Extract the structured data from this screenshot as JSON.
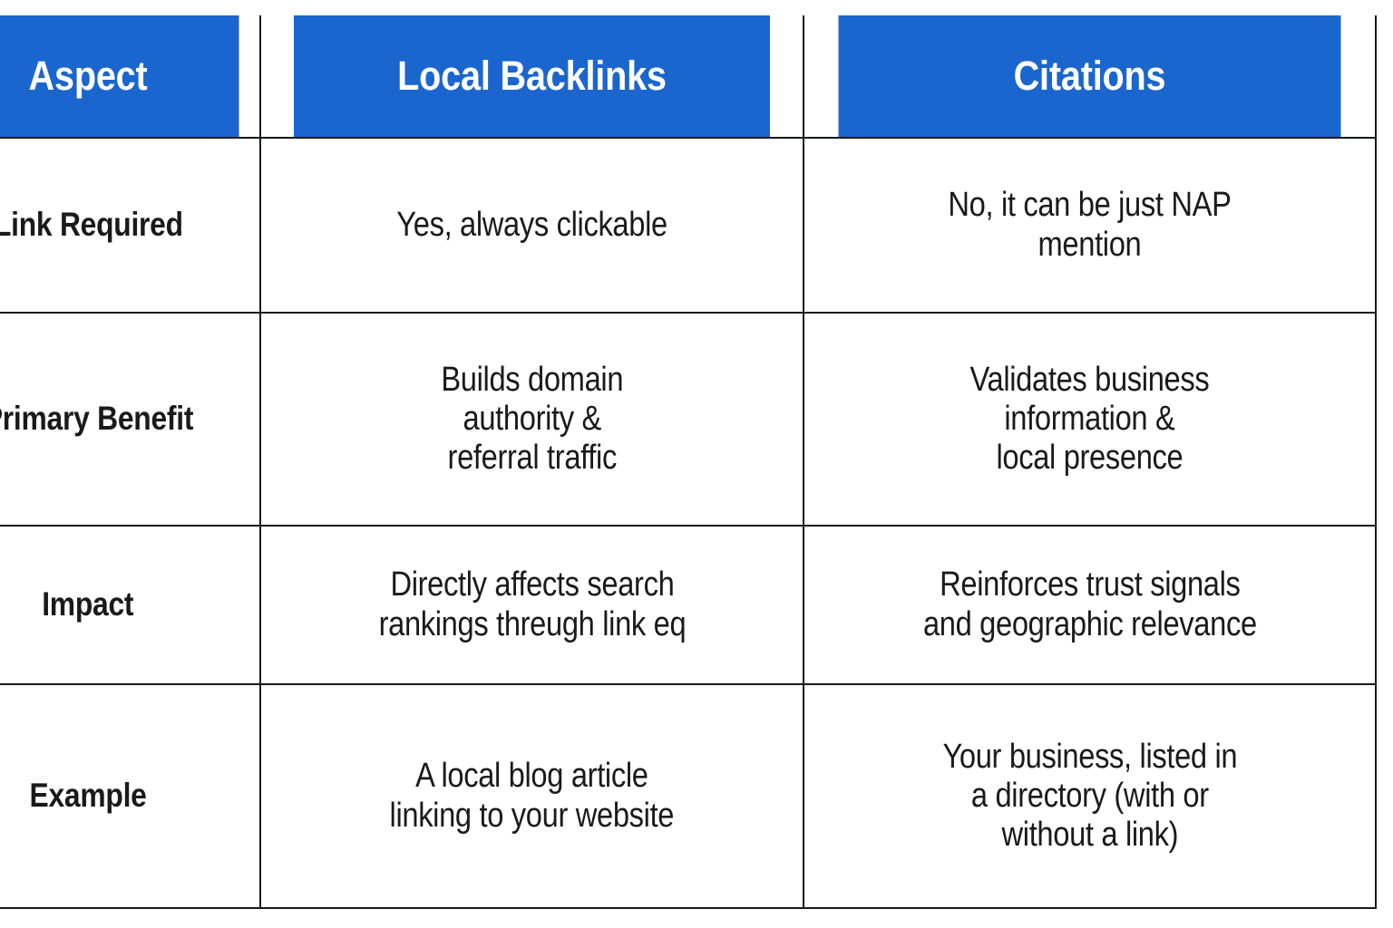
{
  "table": {
    "accent_color": "#1b66ce",
    "header_text_color": "#ffffff",
    "border_color": "#16181c",
    "body_text_color": "#1a1a1a",
    "columns": [
      {
        "key": "aspect",
        "label": "Aspect"
      },
      {
        "key": "backlinks",
        "label": "Local Backlinks"
      },
      {
        "key": "citations",
        "label": "Citations"
      }
    ],
    "rows": [
      {
        "aspect": "Link Required",
        "backlinks": "Yes, always clickable",
        "citations": "No, it can be just NAP\nmention"
      },
      {
        "aspect": "Primary\nBenefit",
        "backlinks": "Builds domain\nauthority &\nreferral traffic",
        "citations": "Validates business\ninformation &\nlocal presence"
      },
      {
        "aspect": "Impact",
        "backlinks": "Directly affects search\nrankings threugh link eq",
        "citations": "Reinforces trust signals\nand geographic relevance"
      },
      {
        "aspect": "Example",
        "backlinks": "A local blog article\nlinking to your website",
        "citations": "Your business, listed in\na directory (with or\nwithout a link)"
      }
    ]
  }
}
